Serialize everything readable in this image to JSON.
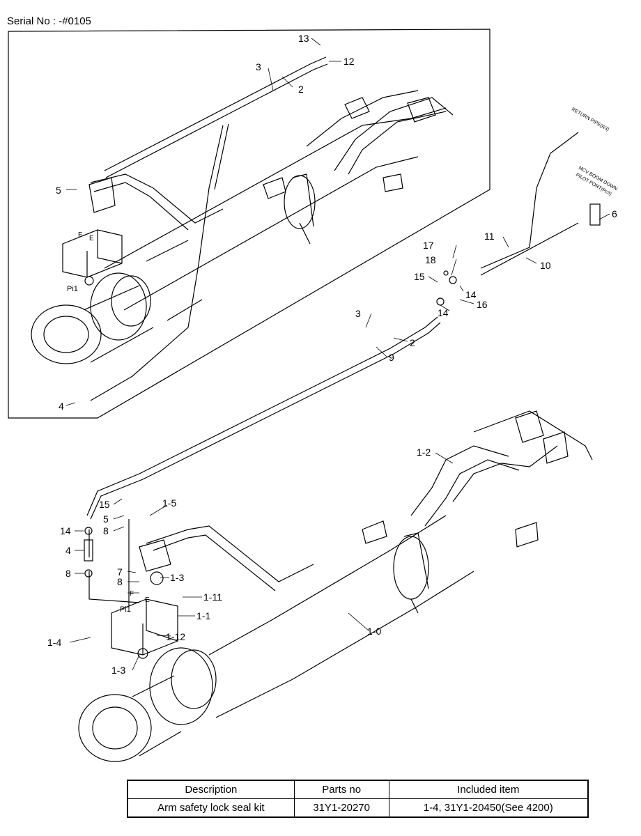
{
  "serial": "Serial No : -#0105",
  "callouts": {
    "inset_13": "13",
    "inset_12": "12",
    "inset_3": "3",
    "inset_2": "2",
    "inset_5": "5",
    "inset_4": "4",
    "inset_pi1": "Pi1",
    "inset_f": "F",
    "inset_e": "E",
    "n17": "17",
    "n18": "18",
    "n15a": "15",
    "n14a": "14",
    "n16": "16",
    "n14b": "14",
    "n11": "11",
    "n10": "10",
    "n6": "6",
    "n3": "3",
    "n2": "2",
    "n9": "9",
    "n1_2": "1-2",
    "n1_5": "1-5",
    "n15b": "15",
    "n5": "5",
    "n8a": "8",
    "n14c": "14",
    "n4": "4",
    "n7": "7",
    "n8b": "8",
    "n1_3a": "1-3",
    "n8c": "8",
    "n1_11": "1-11",
    "n1_1": "1-1",
    "n1_0": "1-0",
    "n1_4": "1-4",
    "n1_12": "1-12",
    "n1_3b": "1-3",
    "pi1": "Pi1",
    "f": "F",
    "e": "E"
  },
  "notes": {
    "return_pipe": "RETURN PIPE(R3)",
    "mcv_boom": "MCV BOOM DOWN",
    "pilot_port": "PILOT PORT(Pc3)"
  },
  "table": {
    "headers": [
      "Description",
      "Parts no",
      "Included item"
    ],
    "row": [
      "Arm safety lock seal kit",
      "31Y1-20270",
      "1-4, 31Y1-20450(See 4200)"
    ]
  }
}
